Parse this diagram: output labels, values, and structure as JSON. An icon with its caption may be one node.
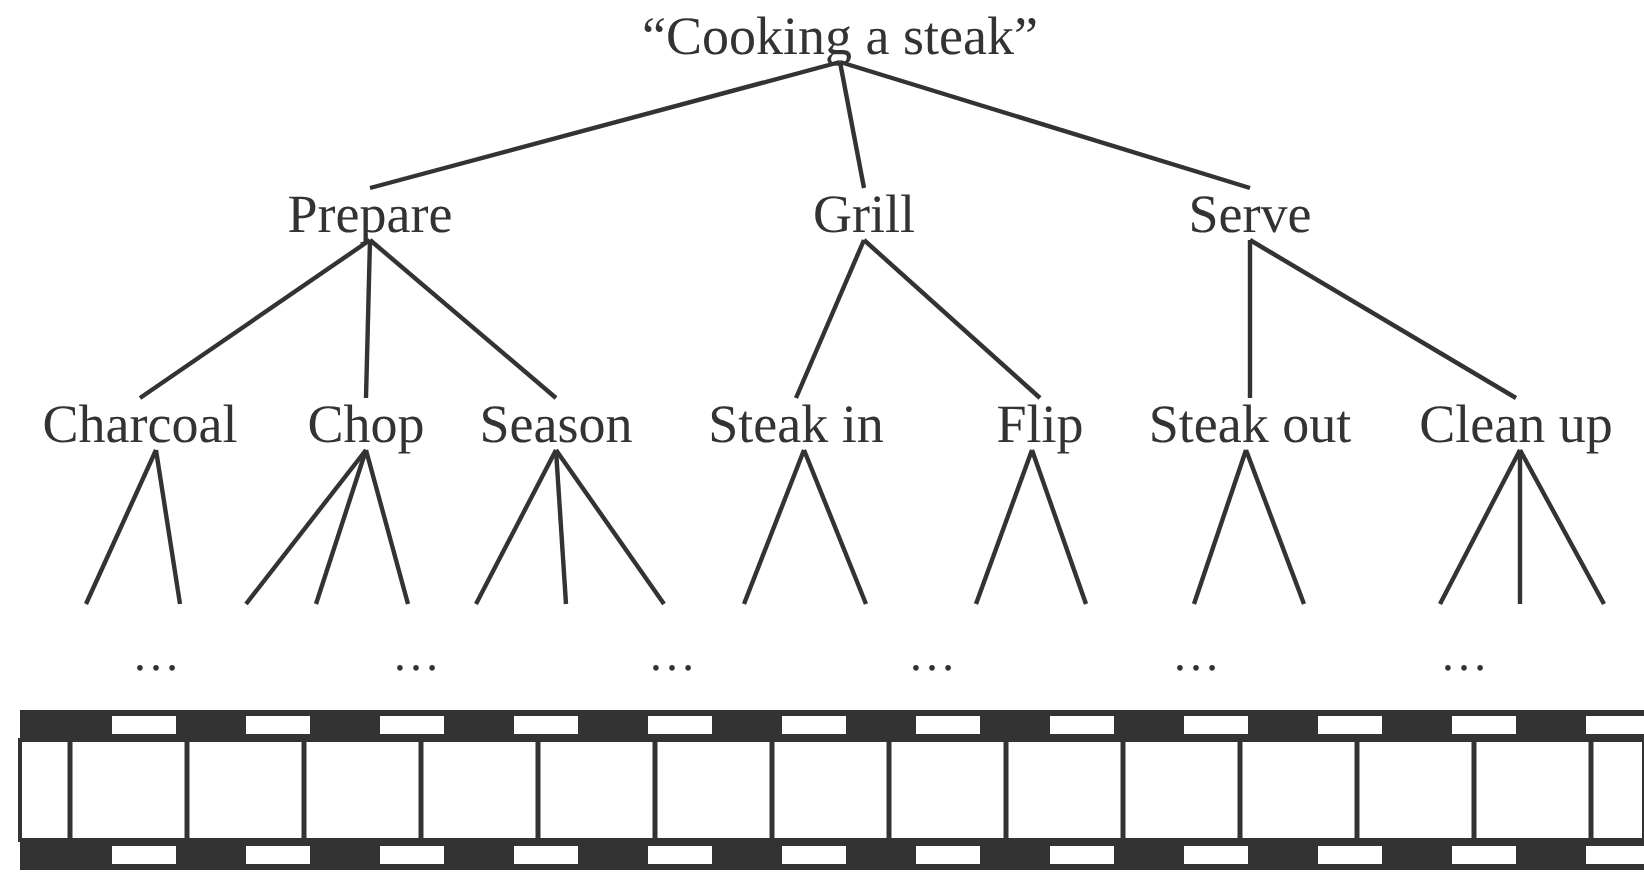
{
  "diagram": {
    "nodes": [
      {
        "text": [
          "“Cooking a steak”"
        ]
      },
      {
        "text": [
          "Prepare"
        ]
      },
      {
        "text": [
          "Grill"
        ]
      },
      {
        "text": [
          "Serve"
        ]
      },
      {
        "text": [
          "Charcoal"
        ]
      },
      {
        "text": [
          "Chop"
        ]
      },
      {
        "text": [
          "Season"
        ]
      },
      {
        "text": [
          "Steak in"
        ]
      },
      {
        "text": [
          "Flip"
        ]
      },
      {
        "text": [
          "Steak out"
        ]
      },
      {
        "text": [
          "Clean up"
        ]
      }
    ],
    "edges": [
      {
        "from": 0,
        "to": 1,
        "arrow": "none"
      },
      {
        "from": 0,
        "to": 2,
        "arrow": "none"
      },
      {
        "from": 0,
        "to": 3,
        "arrow": "none"
      },
      {
        "from": 1,
        "to": 4,
        "arrow": "none"
      },
      {
        "from": 1,
        "to": 5,
        "arrow": "none"
      },
      {
        "from": 1,
        "to": 6,
        "arrow": "none"
      },
      {
        "from": 2,
        "to": 7,
        "arrow": "none"
      },
      {
        "from": 2,
        "to": 8,
        "arrow": "none"
      },
      {
        "from": 3,
        "to": 9,
        "arrow": "none"
      },
      {
        "from": 3,
        "to": 10,
        "arrow": "none"
      },
      {
        "from": 4,
        "to": null,
        "arrow": "none"
      },
      {
        "from": 4,
        "to": null,
        "arrow": "none"
      },
      {
        "from": 5,
        "to": null,
        "arrow": "none"
      },
      {
        "from": 5,
        "to": null,
        "arrow": "none"
      },
      {
        "from": 5,
        "to": null,
        "arrow": "none"
      },
      {
        "from": 6,
        "to": null,
        "arrow": "none"
      },
      {
        "from": 6,
        "to": null,
        "arrow": "none"
      },
      {
        "from": 6,
        "to": null,
        "arrow": "none"
      },
      {
        "from": 7,
        "to": null,
        "arrow": "none"
      },
      {
        "from": 7,
        "to": null,
        "arrow": "none"
      },
      {
        "from": 8,
        "to": null,
        "arrow": "none"
      },
      {
        "from": 8,
        "to": null,
        "arrow": "none"
      },
      {
        "from": 9,
        "to": null,
        "arrow": "none"
      },
      {
        "from": 9,
        "to": null,
        "arrow": "none"
      },
      {
        "from": 10,
        "to": null,
        "arrow": "none"
      },
      {
        "from": 10,
        "to": null,
        "arrow": "none"
      },
      {
        "from": 10,
        "to": null,
        "arrow": "none"
      }
    ],
    "labels": [
      "…",
      "…",
      "…",
      "…",
      "…",
      "…"
    ]
  }
}
